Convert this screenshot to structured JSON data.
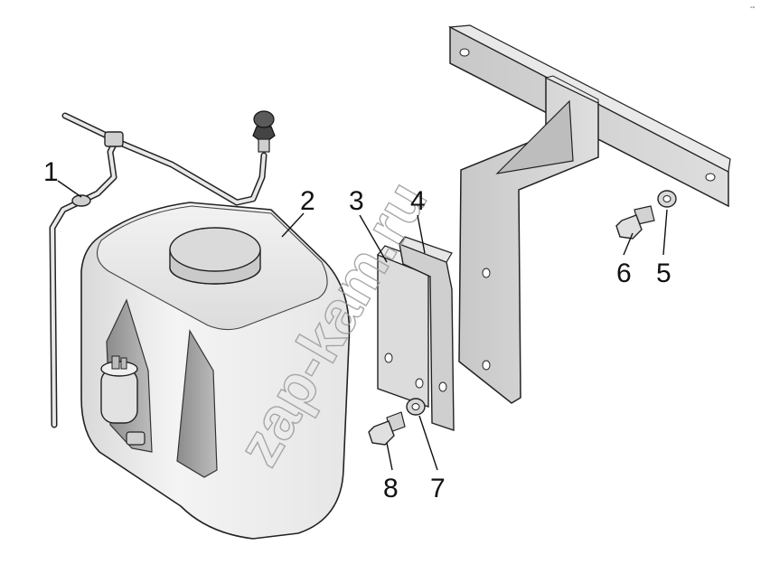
{
  "diagram": {
    "callouts": [
      {
        "id": "1",
        "label": "1"
      },
      {
        "id": "2",
        "label": "2"
      },
      {
        "id": "3",
        "label": "3"
      },
      {
        "id": "4",
        "label": "4"
      },
      {
        "id": "5",
        "label": "5"
      },
      {
        "id": "6",
        "label": "6"
      },
      {
        "id": "7",
        "label": "7"
      },
      {
        "id": "8",
        "label": "8"
      }
    ],
    "watermark": "zap-kam.ru",
    "corner_mark": "°°"
  }
}
